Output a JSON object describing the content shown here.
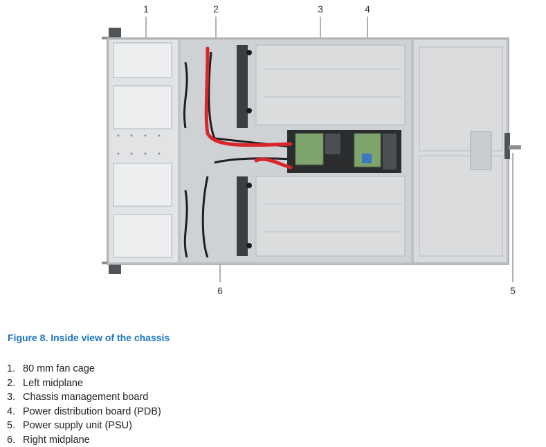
{
  "figure": {
    "caption": "Figure 8. Inside view of the chassis",
    "callouts": [
      "1",
      "2",
      "3",
      "4",
      "5",
      "6"
    ],
    "colors": {
      "chassis": "#d6d8da",
      "chassis_edge": "#9ea2a6",
      "cable_red": "#d8262b",
      "board_green": "#7fa36d",
      "caption_blue": "#1a73c8"
    }
  },
  "legend": [
    {
      "num": "1.",
      "label": "80 mm fan cage"
    },
    {
      "num": "2.",
      "label": "Left midplane"
    },
    {
      "num": "3.",
      "label": "Chassis management board"
    },
    {
      "num": "4.",
      "label": "Power distribution board (PDB)"
    },
    {
      "num": "5.",
      "label": "Power supply unit (PSU)"
    },
    {
      "num": "6.",
      "label": "Right midplane"
    }
  ]
}
